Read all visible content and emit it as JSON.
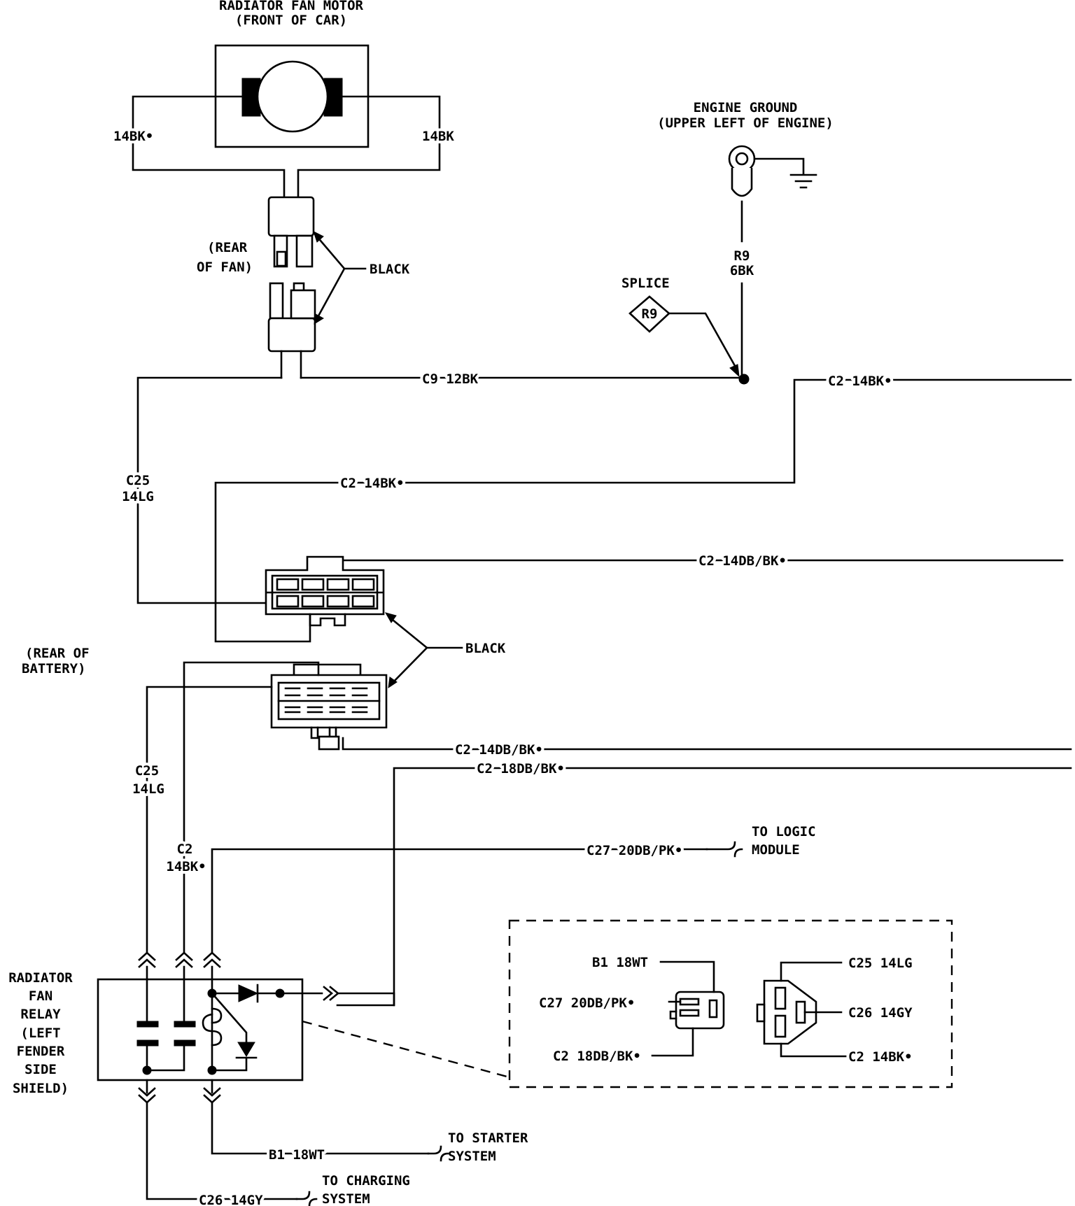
{
  "fan_motor": {
    "title": "RADIATOR FAN MOTOR",
    "subtitle": "(FRONT OF CAR)",
    "wire_left": "14BK•",
    "wire_right": "14BK"
  },
  "fan_connector": {
    "location_line1": "(REAR",
    "location_line2": "OF FAN)",
    "color_label": "BLACK"
  },
  "engine_ground": {
    "title": "ENGINE GROUND",
    "subtitle": "(UPPER LEFT OF ENGINE)",
    "wire_code": "R9",
    "wire_gauge": "6BK"
  },
  "splice": {
    "label": "SPLICE",
    "id": "R9"
  },
  "battery_connector": {
    "location_line1": "(REAR OF",
    "location_line2": "BATTERY)",
    "color_label": "BLACK"
  },
  "wires": {
    "c9_12bk": "C9  12BK",
    "c2_14bk_right": "C2  14BK•",
    "c2_14bk_mid": "C2  14BK•",
    "c2_14db_bk_upper": "C2  14DB/BK•",
    "c2_14db_bk_lower": "C2  14DB/BK•",
    "c2_18db_bk": "C2  18DB/BK•",
    "c25_14lg_upper_1": "C25",
    "c25_14lg_upper_2": "14LG",
    "c25_14lg_lower_1": "C25",
    "c25_14lg_lower_2": "14LG",
    "c2_14bk_lower_1": "C2",
    "c2_14bk_lower_2": "14BK•",
    "c27_20db_pk": "C27  20DB/PK•",
    "b1_18wt": "B1  18WT",
    "c26_14gy": "C26  14GY"
  },
  "destinations": {
    "logic_module_1": "TO LOGIC",
    "logic_module_2": "MODULE",
    "starter_1": "TO STARTER",
    "starter_2": "SYSTEM",
    "charging_1": "TO CHARGING",
    "charging_2": "SYSTEM"
  },
  "relay": {
    "label_lines": [
      "RADIATOR",
      "FAN",
      "RELAY",
      "(LEFT",
      "FENDER",
      "SIDE",
      "SHIELD)"
    ]
  },
  "relay_detail": {
    "b1": "B1  18WT",
    "c27": "C27  20DB/PK•",
    "c2_18": "C2  18DB/BK•",
    "c25": "C25  14LG",
    "c26": "C26  14GY",
    "c2_14": "C2  14BK•"
  }
}
